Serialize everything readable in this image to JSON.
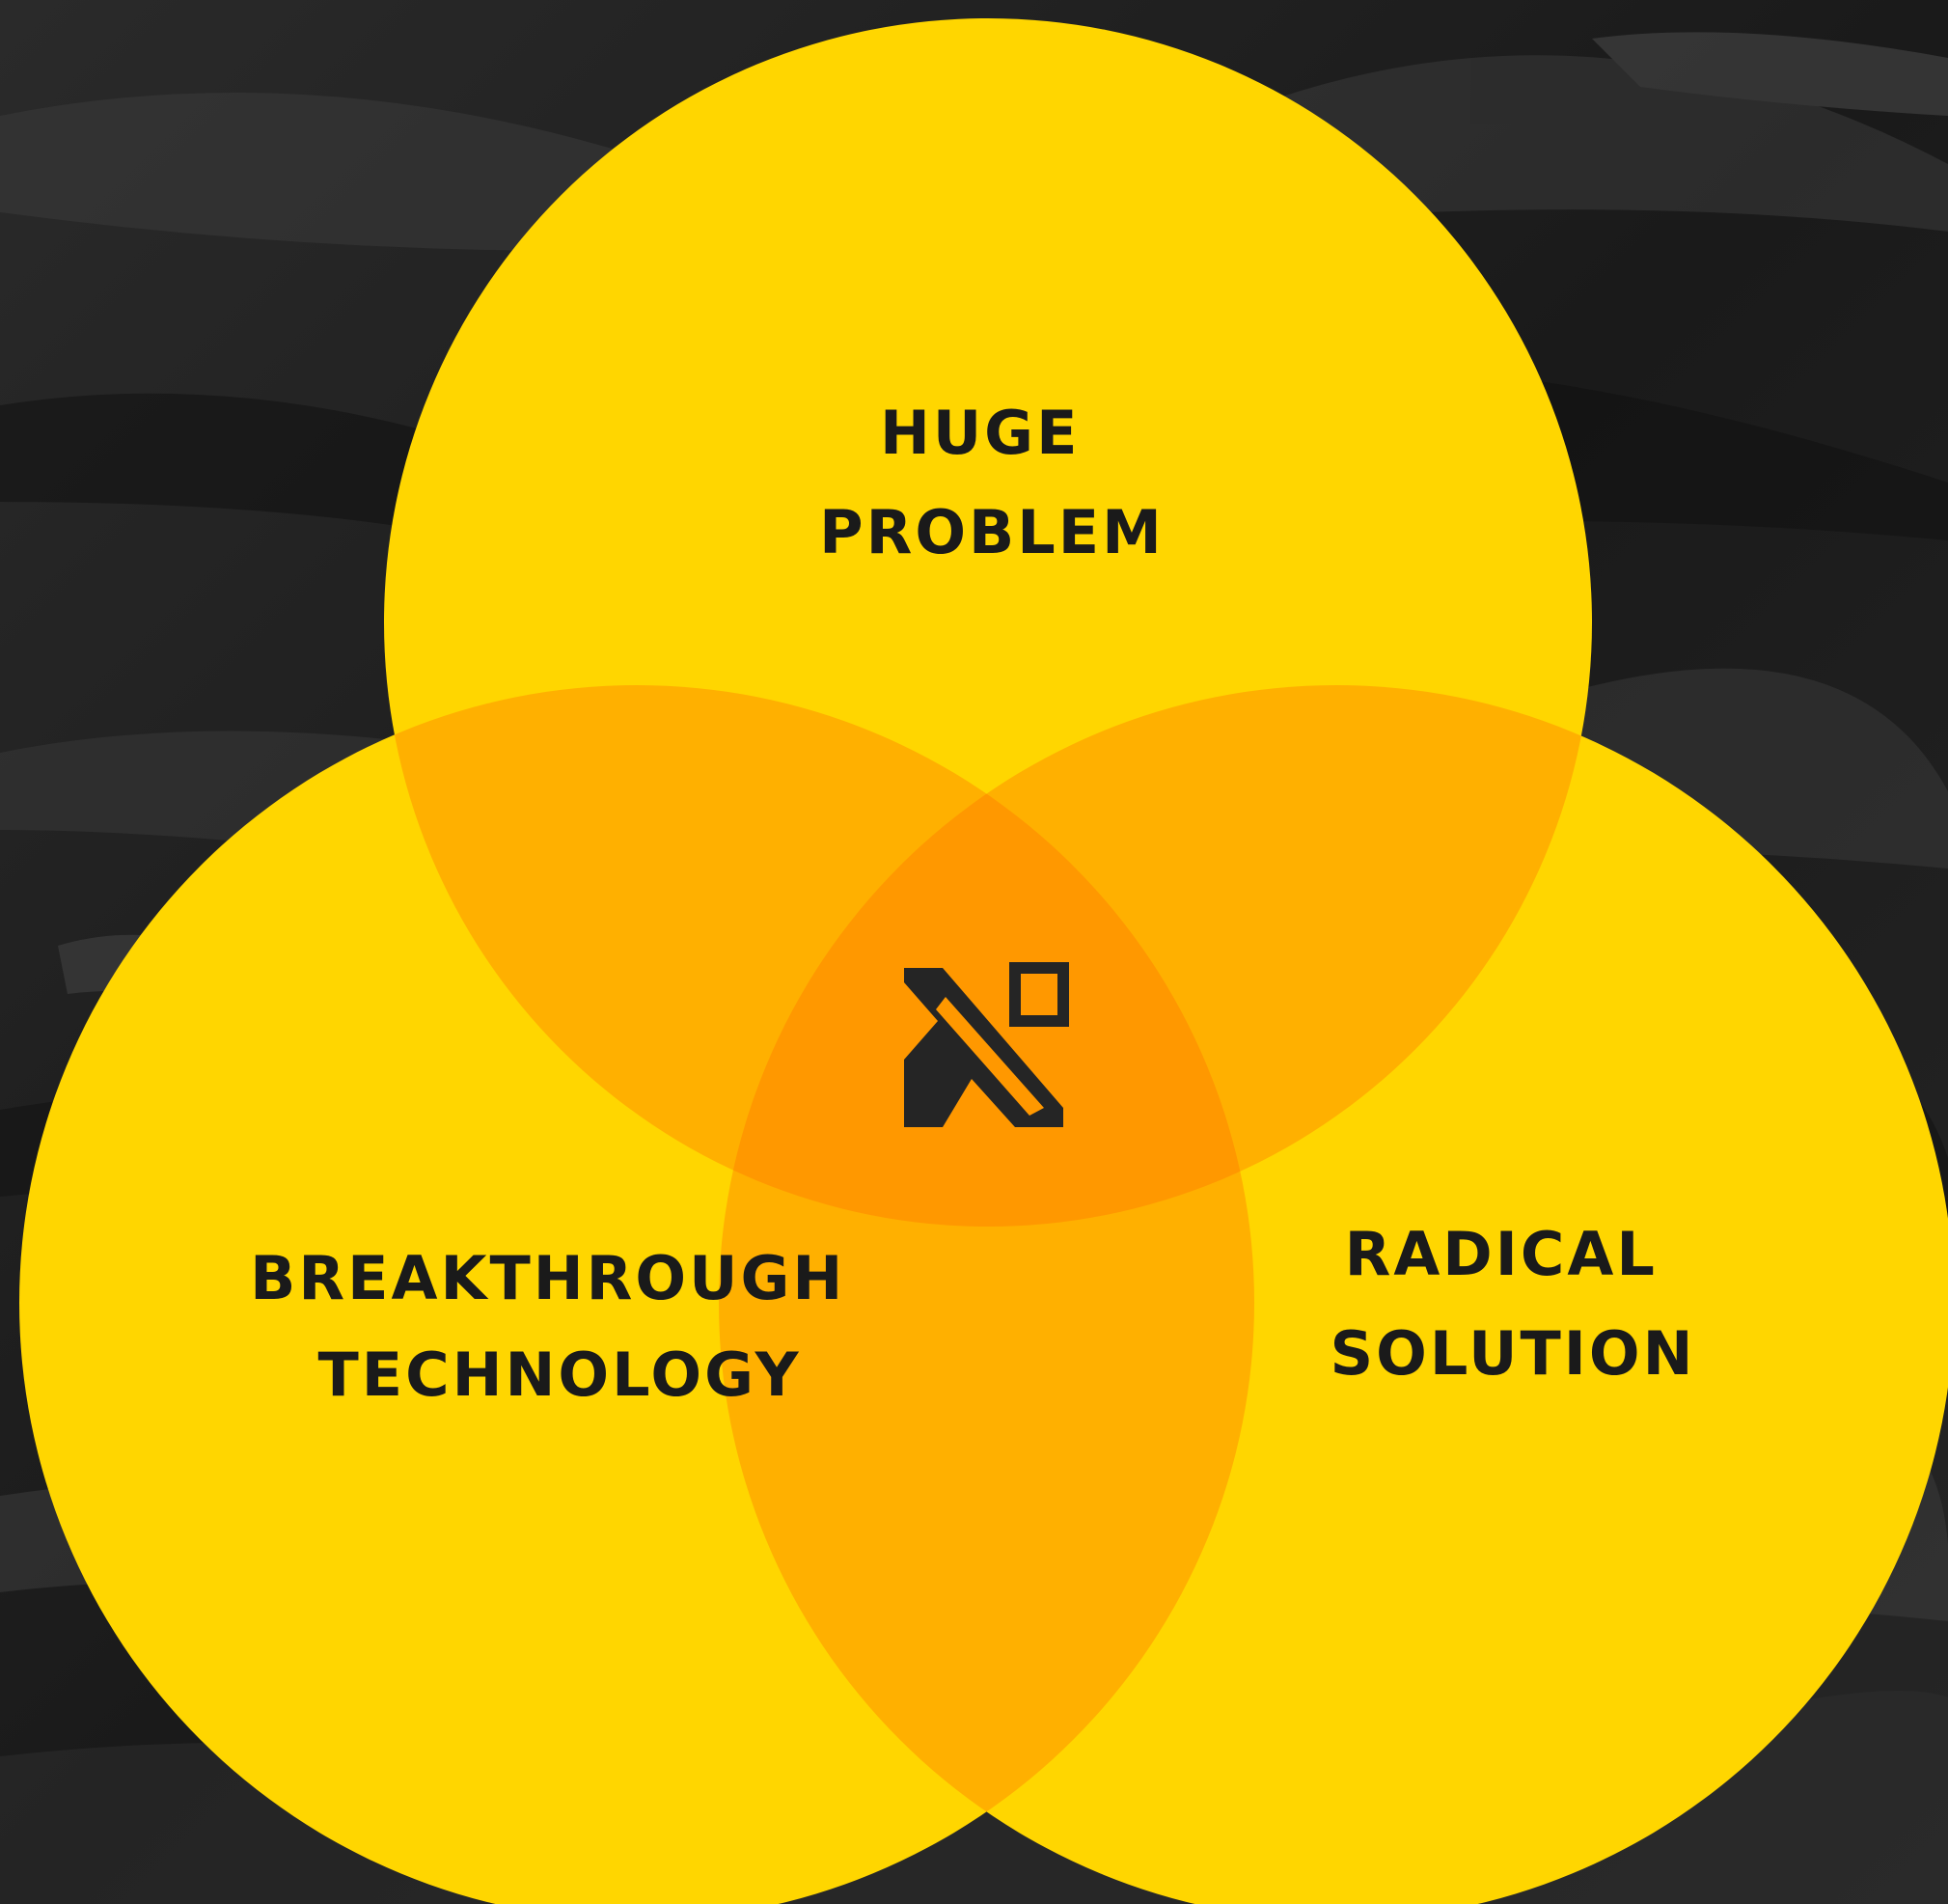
{
  "diagram": {
    "type": "venn",
    "circles": [
      {
        "id": "top",
        "label_lines": [
          "HUGE",
          "PROBLEM"
        ]
      },
      {
        "id": "left",
        "label_lines": [
          "BREAKTHROUGH",
          "TECHNOLOGY"
        ]
      },
      {
        "id": "right",
        "label_lines": [
          "RADICAL",
          "SOLUTION"
        ]
      }
    ],
    "center_icon": "x-logo-icon",
    "colors": {
      "circle": "#FFD600",
      "overlap_two": "#FFB000",
      "overlap_three": "#FF9800",
      "background": "#1c1c1c",
      "text": "#1a1a1a"
    }
  }
}
